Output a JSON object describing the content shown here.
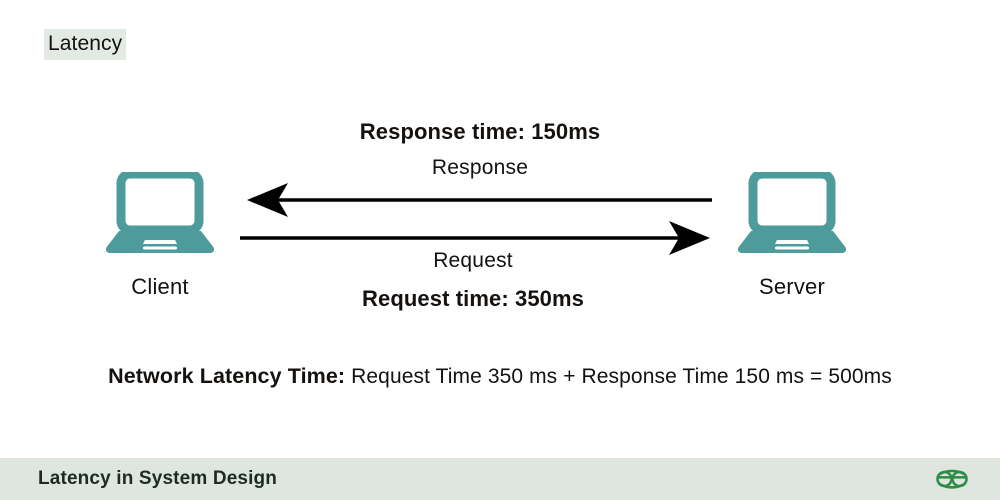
{
  "topic": {
    "label": "Latency",
    "highlight_color": "#E3EAE4"
  },
  "nodes": {
    "client": {
      "label": "Client",
      "icon": "laptop-icon",
      "color": "#4E9B9B"
    },
    "server": {
      "label": "Server",
      "icon": "laptop-icon",
      "color": "#4E9B9B"
    }
  },
  "flows": {
    "response": {
      "time_label": "Response time: 150ms",
      "name_label": "Response",
      "direction": "server-to-client",
      "arrow_color": "#000000"
    },
    "request": {
      "time_label": "Request time: 350ms",
      "name_label": "Request",
      "direction": "client-to-server",
      "arrow_color": "#000000"
    }
  },
  "summary": {
    "label": "Network Latency Time:",
    "value": " Request Time 350 ms + Response Time 150 ms = 500ms"
  },
  "footer": {
    "title": "Latency in System Design",
    "background_color": "#DEE6DF",
    "logo": "geeksforgeeks-logo",
    "logo_color": "#2F8D46"
  }
}
